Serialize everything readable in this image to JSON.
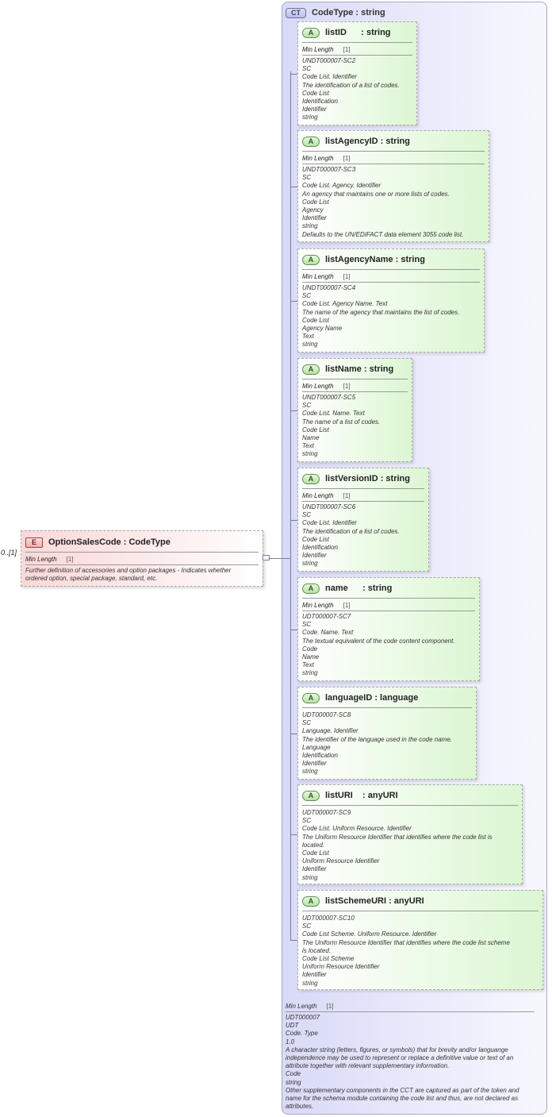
{
  "element": {
    "occurrence": "0..[1]",
    "badge": "E",
    "title": "OptionSalesCode : CodeType",
    "facet_label": "Min Length",
    "facet_value": "[1]",
    "doc": [
      "Further definition of accessories and option packages - Indicates whether",
      "ordered option, special package, standard, etc."
    ]
  },
  "complex_type": {
    "badge": "CT",
    "title": "CodeType : string",
    "facet_label": "Min Length",
    "facet_value": "[1]",
    "doc": [
      "UDT000007",
      "UDT",
      "Code. Type",
      "1.0",
      "A character string (letters, figures, or symbols) that for brevity and/or languange independence may be used to represent or replace a definitive value or text of an attribute together with relevant supplementary information.",
      "Code",
      "string",
      "Other supplementary components in the CCT are captured as part of the token and name for the schema module containing the code list and thus, are not declared as attributes."
    ]
  },
  "attributes": [
    {
      "badge": "A",
      "title": "listID      : string",
      "facet_label": "Min Length",
      "facet_value": "[1]",
      "doc": [
        "UNDT000007-SC2",
        "SC",
        "Code List. Identifier",
        "The identification of a list of codes.",
        "Code List",
        "Identification",
        "Identifier",
        "string"
      ]
    },
    {
      "badge": "A",
      "title": "listAgencyID : string",
      "facet_label": "Min Length",
      "facet_value": "[1]",
      "doc": [
        "UNDT000007-SC3",
        "SC",
        "Code List. Agency. Identifier",
        "An agency that maintains one or more lists of codes.",
        "Code List",
        "Agency",
        "Identifier",
        "string",
        "Defaults to the UN/EDIFACT data element 3055 code list."
      ]
    },
    {
      "badge": "A",
      "title": "listAgencyName : string",
      "facet_label": "Min Length",
      "facet_value": "[1]",
      "doc": [
        "UNDT000007-SC4",
        "SC",
        "Code List. Agency Name. Text",
        "The name of the agency that maintains the list of codes.",
        "Code List",
        "Agency Name",
        "Text",
        "string"
      ]
    },
    {
      "badge": "A",
      "title": "listName : string",
      "facet_label": "Min Length",
      "facet_value": "[1]",
      "doc": [
        "UNDT000007-SC5",
        "SC",
        "Code List. Name. Text",
        "The name of a list of codes.",
        "Code List",
        "Name",
        "Text",
        "string"
      ]
    },
    {
      "badge": "A",
      "title": "listVersionID : string",
      "facet_label": "Min Length",
      "facet_value": "[1]",
      "doc": [
        "UNDT000007-SC6",
        "SC",
        "Code List. Identifier",
        "The identification of a list of codes.",
        "Code List",
        "Identification",
        "Identifier",
        "string"
      ]
    },
    {
      "badge": "A",
      "title": "name      : string",
      "facet_label": "Min Length",
      "facet_value": "[1]",
      "doc": [
        "UDT000007-SC7",
        "SC",
        "Code. Name. Text",
        "The textual equivalent of the code content component.",
        "Code",
        "Name",
        "Text",
        "string"
      ]
    },
    {
      "badge": "A",
      "title": "languageID : language",
      "doc": [
        "UDT000007-SC8",
        "SC",
        "Language. Identifier",
        "The identifier of the language used in the code name.",
        "Language",
        "Identification",
        "Identifier",
        "string"
      ]
    },
    {
      "badge": "A",
      "title": "listURI    : anyURI",
      "doc": [
        "UDT000007-SC9",
        "SC",
        "Code List. Uniform Resource. Identifier",
        "The Uniform Resource Identifier that identifies where the code list is",
        "located.",
        "Code List",
        "Uniform Resource Identifier",
        "Identifier",
        "string"
      ]
    },
    {
      "badge": "A",
      "title": "listSchemeURI : anyURI",
      "doc": [
        "UDT000007-SC10",
        "SC",
        "Code List Scheme. Uniform Resource. Identifier",
        "The Uniform Resource Identifier that identifies where the code list scheme",
        "is located.",
        "Code List Scheme",
        "Uniform Resource Identifier",
        "Identifier",
        "string"
      ]
    }
  ]
}
